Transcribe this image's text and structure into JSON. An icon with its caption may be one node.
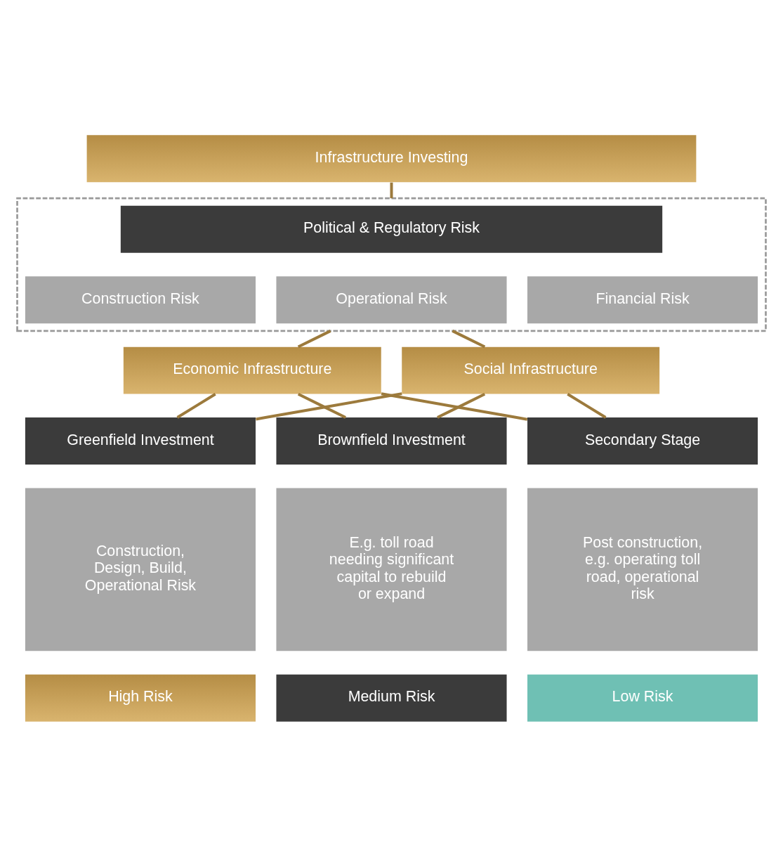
{
  "diagram": {
    "nodes": [
      {
        "text": [
          "Infrastructure Investing"
        ]
      },
      {
        "text": [],
        "shape": "box"
      },
      {
        "text": [
          "Political & Regulatory Risk"
        ],
        "in": 1
      },
      {
        "text": [
          "Construction Risk"
        ],
        "in": 1
      },
      {
        "text": [
          "Operational Risk"
        ],
        "in": 1
      },
      {
        "text": [
          "Financial Risk"
        ],
        "in": 1
      },
      {
        "text": [
          "Economic Infrastructure"
        ]
      },
      {
        "text": [
          "Social Infrastructure"
        ]
      },
      {
        "text": [
          "Greenfield Investment"
        ]
      },
      {
        "text": [
          "Brownfield Investment"
        ]
      },
      {
        "text": [
          "Secondary Stage"
        ]
      },
      {
        "text": [
          "Construction, Design, Build, Operational Risk"
        ]
      },
      {
        "text": [
          "E.g. toll road needing significant capital to rebuild or expand"
        ]
      },
      {
        "text": [
          "Post construction, e.g. operating toll road, operational risk"
        ]
      },
      {
        "text": [
          "High Risk"
        ]
      },
      {
        "text": [
          "Medium Risk"
        ]
      },
      {
        "text": [
          "Low Risk"
        ]
      }
    ],
    "edges": [
      {
        "from": 0,
        "to": 1,
        "arrow": "none"
      },
      {
        "from": 1,
        "to": 6,
        "arrow": "none"
      },
      {
        "from": 1,
        "to": 7,
        "arrow": "none"
      },
      {
        "from": 6,
        "to": 8,
        "arrow": "none"
      },
      {
        "from": 6,
        "to": 9,
        "arrow": "none"
      },
      {
        "from": 6,
        "to": 10,
        "arrow": "none"
      },
      {
        "from": 7,
        "to": 8,
        "arrow": "none"
      },
      {
        "from": 7,
        "to": 9,
        "arrow": "none"
      },
      {
        "from": 7,
        "to": 10,
        "arrow": "none"
      }
    ]
  }
}
